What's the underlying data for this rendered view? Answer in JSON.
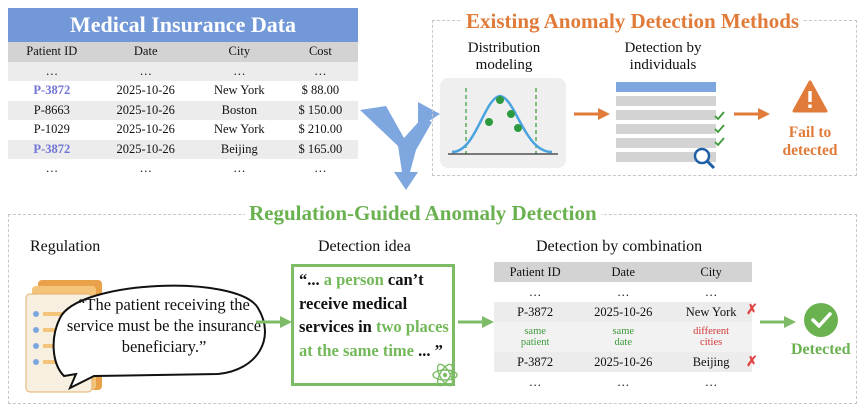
{
  "medical": {
    "title": "Medical Insurance Data",
    "headers": [
      "Patient ID",
      "Date",
      "City",
      "Cost"
    ],
    "ellipsis": "…",
    "rows": [
      {
        "pid": "P-3872",
        "date": "2025-10-26",
        "city": "New York",
        "cost": "$ 88.00"
      },
      {
        "pid": "P-8663",
        "date": "2025-10-26",
        "city": "Boston",
        "cost": "$ 150.00"
      },
      {
        "pid": "P-1029",
        "date": "2025-10-26",
        "city": "New York",
        "cost": "$ 210.00"
      },
      {
        "pid": "P-3872",
        "date": "2025-10-26",
        "city": "Beijing",
        "cost": "$ 165.00"
      }
    ]
  },
  "existing": {
    "title": "Existing Anomaly Detection Methods",
    "dist_caption": [
      "Distribution",
      "modeling"
    ],
    "indiv_caption": [
      "Detection by",
      "individuals"
    ],
    "fail_text": [
      "Fail to",
      "detected"
    ]
  },
  "regulation": {
    "title": "Regulation-Guided Anomaly Detection",
    "regulation_label": "Regulation",
    "quote": "“The patient receiving the service must be the insurance beneficiary.”",
    "idea_label": "Detection idea",
    "idea": {
      "p1": "“... ",
      "p2": "a person",
      "p3": " can’t receive medical services in ",
      "p4": "two places at the same time",
      "p5": " ... ”"
    },
    "comb_label": "Detection by combination",
    "comb_headers": [
      "Patient ID",
      "Date",
      "City"
    ],
    "row1": [
      "P-3872",
      "2025-10-26",
      "New York"
    ],
    "row2": [
      "P-3872",
      "2025-10-26",
      "Beijing"
    ],
    "annot": {
      "pid": [
        "same",
        "patient"
      ],
      "date": [
        "same",
        "date"
      ],
      "city": [
        "different",
        "cities"
      ]
    },
    "x_mark": "✗",
    "detected_text": "Detected"
  },
  "colors": {
    "blue_header": "#7298d8",
    "orange": "#e07b3a",
    "green": "#6ab150",
    "highlight_pid": "#6f74d6",
    "dist_curve": "#4aa3df",
    "dots": "#2e9a3e"
  }
}
